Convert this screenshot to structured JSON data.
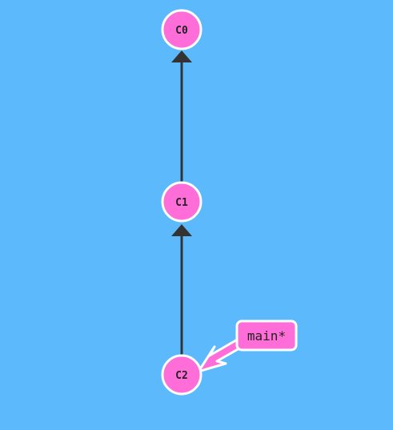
{
  "colors": {
    "background": "#5cb9fc",
    "commit_fill": "#ff6ed8",
    "commit_stroke": "#ffffff",
    "edge": "#333333",
    "branch_fill": "#ff6ed8",
    "branch_stroke": "#ffffff",
    "text": "#222222"
  },
  "commits": [
    {
      "id": "C0"
    },
    {
      "id": "C1"
    },
    {
      "id": "C2"
    }
  ],
  "edges": [
    {
      "from": "C1",
      "to": "C0"
    },
    {
      "from": "C2",
      "to": "C1"
    }
  ],
  "branch": {
    "label": "main*",
    "target": "C2"
  }
}
